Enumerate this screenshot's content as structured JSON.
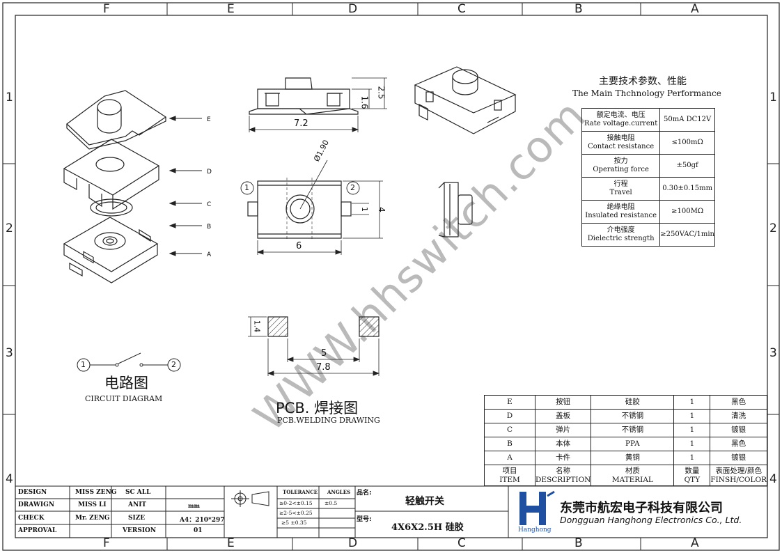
{
  "zones": {
    "columns": [
      "F",
      "E",
      "D",
      "C",
      "B",
      "A"
    ],
    "rows": [
      "1",
      "2",
      "3",
      "4"
    ]
  },
  "watermark": "WWW.hhswitch.com",
  "exploded_labels": [
    "E",
    "D",
    "C",
    "B",
    "A"
  ],
  "dims": {
    "top_width": "7.2",
    "top_height": "2.5",
    "top_body": "1.6",
    "front_width": "6",
    "front_height": "4",
    "front_pin": "1",
    "front_dia": "Ø1.90",
    "pin1": "1",
    "pin2": "2",
    "pad_height": "1.4",
    "pad_gap": "5",
    "pad_total": "7.8"
  },
  "circuit": {
    "title_cn": "电路图",
    "title_en": "CIRCUIT DIAGRAM",
    "pin1": "1",
    "pin2": "2"
  },
  "pcb": {
    "title_cn": "PCB. 焊接图",
    "title_en": "PCB.WELDING DRAWING"
  },
  "tech": {
    "title_cn": "主要技术参数、性能",
    "title_en": "The Main Thchnology Performance",
    "rows": [
      {
        "cn": "额定电流、电压",
        "en": "Rate voltage.current",
        "value": "50mA DC12V"
      },
      {
        "cn": "接触电阻",
        "en": "Contact resistance",
        "value": "≤100mΩ"
      },
      {
        "cn": "按力",
        "en": "Operating force",
        "value": "±50gf"
      },
      {
        "cn": "行程",
        "en": "Travel",
        "value": "0.30±0.15mm"
      },
      {
        "cn": "绝缘电阻",
        "en": "Insulated resistance",
        "value": "≥100MΩ"
      },
      {
        "cn": "介电强度",
        "en": "Dielectric strength",
        "value": "≥250VAC/1min"
      }
    ]
  },
  "bom": {
    "rows": [
      {
        "item": "E",
        "name": "按钮",
        "material": "硅胶",
        "qty": "1",
        "finish": "黑色"
      },
      {
        "item": "D",
        "name": "盖板",
        "material": "不锈钢",
        "qty": "1",
        "finish": "清洗"
      },
      {
        "item": "C",
        "name": "弹片",
        "material": "不锈钢",
        "qty": "1",
        "finish": "镀银"
      },
      {
        "item": "B",
        "name": "本体",
        "material": "PPA",
        "qty": "1",
        "finish": "黑色"
      },
      {
        "item": "A",
        "name": "卡件",
        "material": "黄铜",
        "qty": "1",
        "finish": "镀银"
      }
    ],
    "header": {
      "item_cn": "项目",
      "item_en": "ITEM",
      "name_cn": "名称",
      "name_en": "DESCRIPTION",
      "material_cn": "材质",
      "material_en": "MATERIAL",
      "qty_cn": "数量",
      "qty_en": "QTY",
      "finish_cn": "表面处理/颜色",
      "finish_en": "FINSH/COLOR"
    }
  },
  "titleblock": {
    "design": "DESIGN",
    "design_by": "MISS ZENG",
    "sc_all": "SC ALL",
    "drawing": "DRAWIGN",
    "drawing_by": "MISS LI",
    "anit": "ANIT",
    "unit": "mm",
    "check": "CHECK",
    "check_by": "Mr. ZENG",
    "size": "SIZE",
    "size_value": "A4：210*297",
    "approval": "APPROVAL",
    "version": "VERSION",
    "version_value": "01",
    "tolerance": "TOLERANCE",
    "angles": "ANGLES",
    "tol1": "≥0-2<±0.15",
    "ang1": "±0.5",
    "tol2": "≥2-5<±0.25",
    "tol3": "≥5  ±0.35",
    "name_label": "品名:",
    "name_value": "轻触开关",
    "model_label": "型号:",
    "model_value": "4X6X2.5H 硅胶",
    "company_cn": "东莞市航宏电子科技有限公司",
    "company_en": "Dongguan Hanghong Electronics Co., Ltd.",
    "logo_text": "Hanghong"
  }
}
